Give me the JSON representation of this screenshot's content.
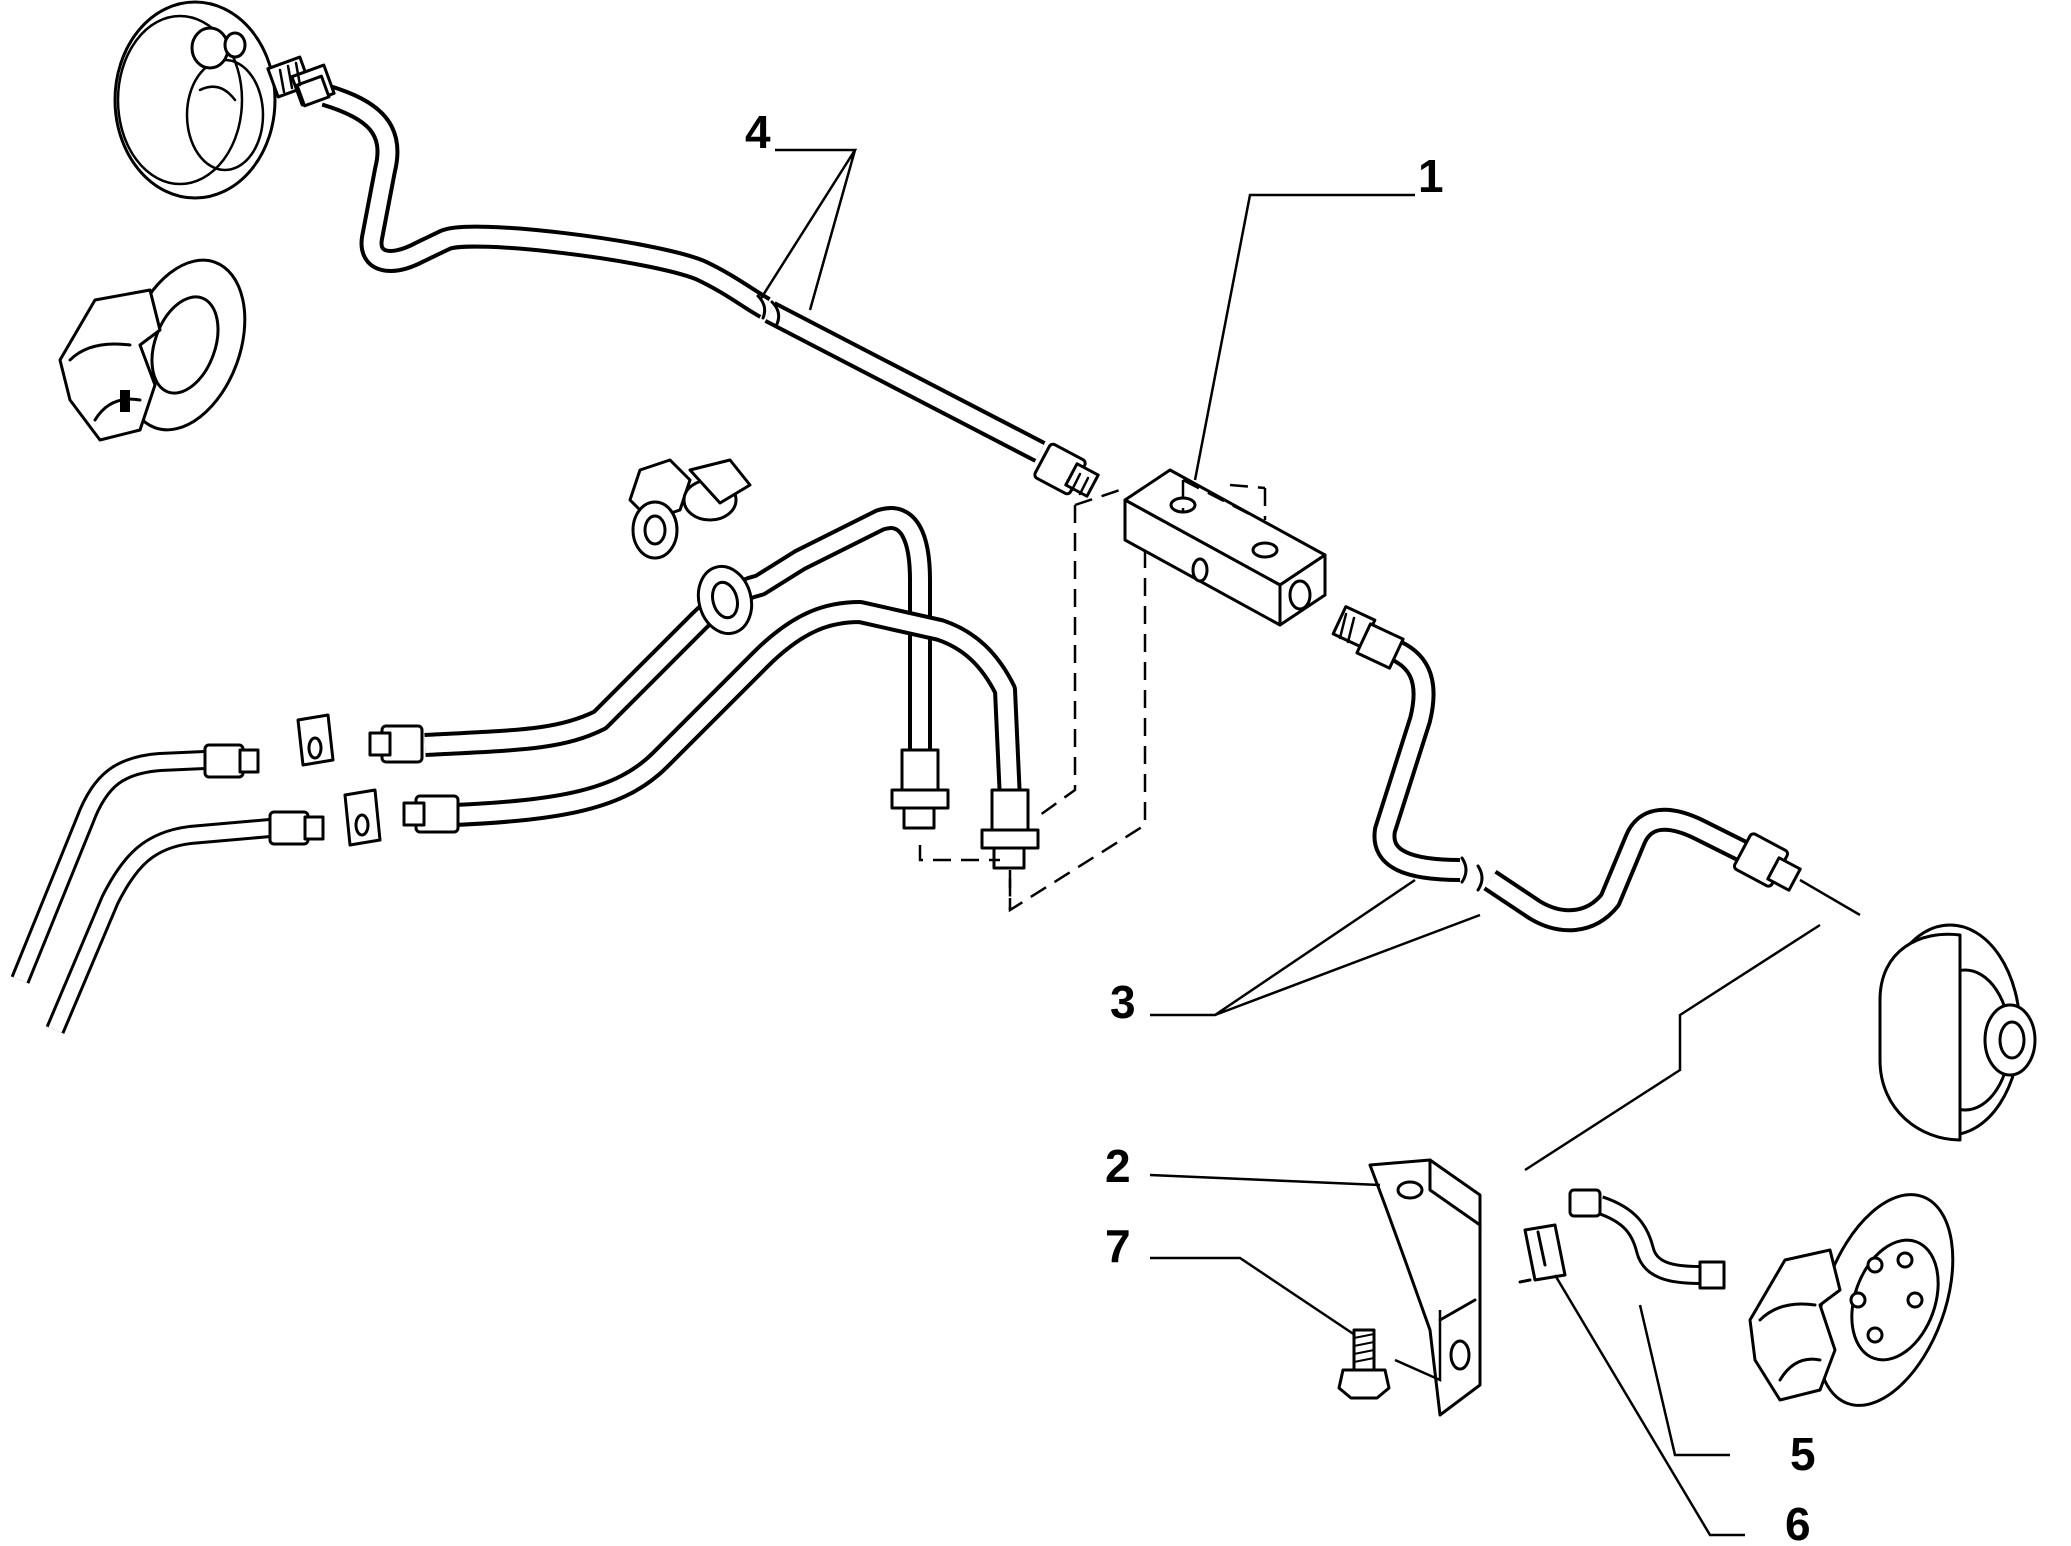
{
  "callouts": [
    {
      "id": "callout-1",
      "text": "1"
    },
    {
      "id": "callout-2",
      "text": "2"
    },
    {
      "id": "callout-3",
      "text": "3"
    },
    {
      "id": "callout-4",
      "text": "4"
    },
    {
      "id": "callout-5",
      "text": "5"
    },
    {
      "id": "callout-6",
      "text": "6"
    },
    {
      "id": "callout-7",
      "text": "7"
    }
  ]
}
